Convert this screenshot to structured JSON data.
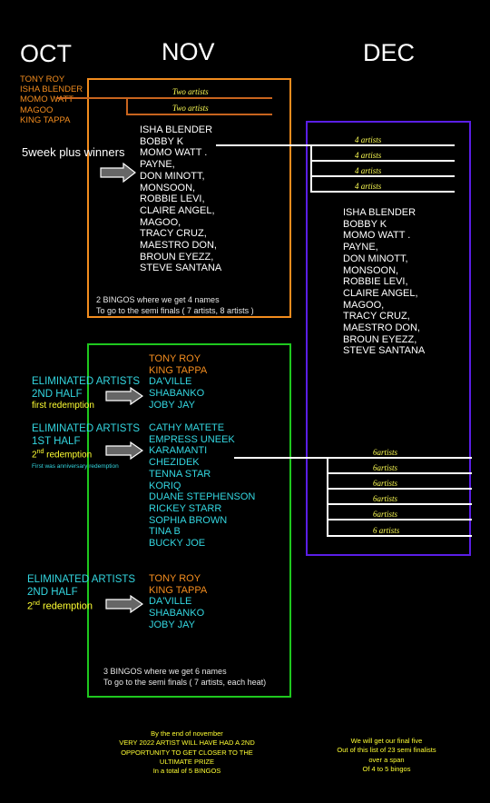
{
  "months": {
    "oct": "OCT",
    "nov": "NOV",
    "dec": "DEC"
  },
  "oct_artists": [
    "TONY ROY",
    "ISHA BLENDER",
    "MOMO WATT",
    "MAGOO",
    "KING TAPPA"
  ],
  "two_artists": [
    "Two artists",
    "Two artists"
  ],
  "winners_label": "5week plus winners",
  "nov_list": [
    "ISHA BLENDER",
    "BOBBY K",
    "MOMO WATT .",
    "PAYNE,",
    "DON MINOTT,",
    "MONSOON,",
    "ROBBIE LEVI,",
    "CLAIRE ANGEL,",
    "MAGOO,",
    "TRACY CRUZ,",
    "MAESTRO DON,",
    "BROUN EYEZZ,",
    "STEVE SANTANA"
  ],
  "bingo1": [
    "2 BINGOS where we get 4 names",
    "To go to the semi finals  ( 7 artists, 8 artists )"
  ],
  "four_artists": [
    "4 artists",
    "4 artists",
    "4 artists",
    "4 artists"
  ],
  "dec_list": [
    "ISHA BLENDER",
    "BOBBY K",
    "MOMO WATT .",
    "PAYNE,",
    "DON MINOTT,",
    "MONSOON,",
    "ROBBIE LEVI,",
    "CLAIRE ANGEL,",
    "MAGOO,",
    "TRACY CRUZ,",
    "MAESTRO DON,",
    "BROUN EYEZZ,",
    "STEVE SANTANA"
  ],
  "group1": {
    "label1": "ELIMINATED ARTISTS",
    "label2": "2ND HALF",
    "label3": "first redemption",
    "orange": [
      "TONY ROY",
      "KING TAPPA"
    ],
    "cyan": [
      "DA'VILLE",
      "SHABANKO",
      "JOBY JAY"
    ]
  },
  "group2": {
    "label1": "ELIMINATED ARTISTS",
    "label2": "1ST  HALF",
    "label3_pre": "2",
    "label3_sup": "nd",
    "label3_post": " redemption",
    "note": "First was anniversary redemption",
    "cyan": [
      "CATHY MATETE",
      "EMPRESS UNEEK",
      "KARAMANTI",
      "CHEZIDEK",
      "TENNA STAR",
      "KORIQ",
      "DUANE STEPHENSON",
      "RICKEY STARR",
      "SOPHIA BROWN",
      "TINA B",
      "BUCKY JOE"
    ]
  },
  "six_artists": [
    "6artists",
    "6artists",
    "6artists",
    "6artists",
    "6artists",
    "6 artists"
  ],
  "group3": {
    "label1": "ELIMINATED ARTISTS",
    "label2": "2ND HALF",
    "label3_pre": "2",
    "label3_sup": "nd",
    "label3_post": " redemption",
    "orange": [
      "TONY ROY",
      "KING TAPPA"
    ],
    "cyan": [
      "DA'VILLE",
      "SHABANKO",
      "JOBY JAY"
    ]
  },
  "bingo2": [
    "3 BINGOS where we get 6 names",
    "To go to the semi finals  ( 7 artists, each heat)"
  ],
  "footer_left": [
    "By the end of november",
    "VERY  2022 ARTIST WILL HAVE HAD A 2ND",
    "OPPORTUNITY TO GET CLOSER TO THE",
    "ULTIMATE PRIZE",
    "In a total of 5 BINGOS"
  ],
  "footer_right": [
    "We will get our final five",
    "Out of this list of 23 semi finalists",
    "over a span",
    "Of 4 to 5 bingos"
  ],
  "colors": {
    "orange": "#f28c1e",
    "green": "#1ec81e",
    "purple": "#5a1ee6",
    "cyan": "#33d6e0",
    "yellow": "#ffff33"
  }
}
